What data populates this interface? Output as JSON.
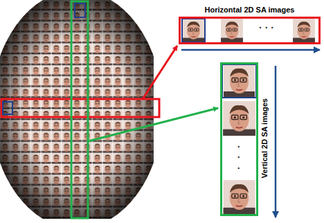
{
  "diagram": {
    "nodes": [
      {
        "text": [
          "Horizontal 2D SA images",
          "· · ·"
        ]
      },
      {
        "text": [
          "Vertical 2D SA images",
          "· · ·"
        ]
      }
    ]
  }
}
